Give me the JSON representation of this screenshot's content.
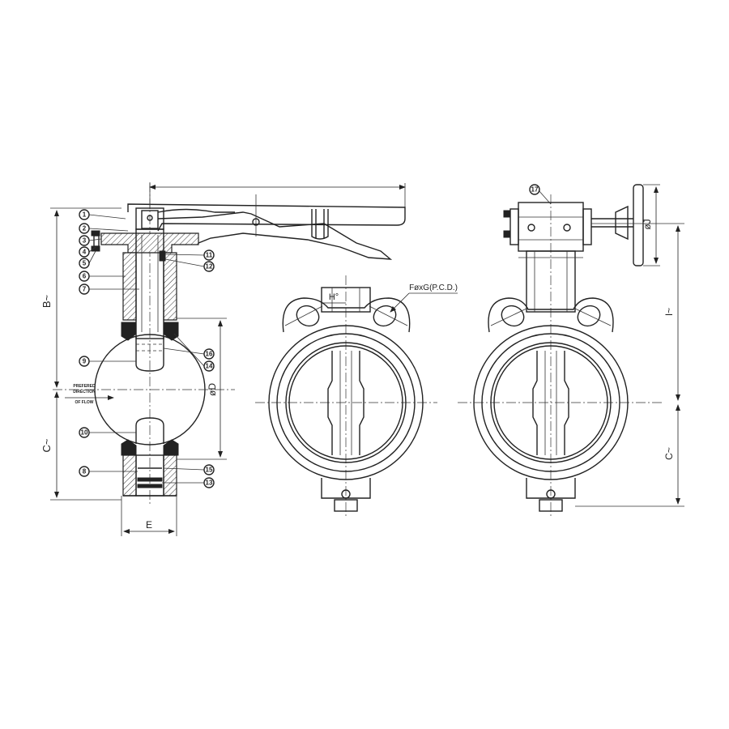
{
  "views": {
    "section": {
      "parts": [
        {
          "id": "p1",
          "label": "1"
        },
        {
          "id": "p2",
          "label": "2"
        },
        {
          "id": "p3",
          "label": "3"
        },
        {
          "id": "p4",
          "label": "4"
        },
        {
          "id": "p5",
          "label": "5"
        },
        {
          "id": "p6",
          "label": "6"
        },
        {
          "id": "p7",
          "label": "7"
        },
        {
          "id": "p8",
          "label": "8"
        },
        {
          "id": "p9",
          "label": "9"
        },
        {
          "id": "p10",
          "label": "10"
        },
        {
          "id": "p11",
          "label": "11"
        },
        {
          "id": "p12",
          "label": "12"
        },
        {
          "id": "p13",
          "label": "13"
        },
        {
          "id": "p14",
          "label": "14"
        },
        {
          "id": "p15",
          "label": "15"
        },
        {
          "id": "p16",
          "label": "16"
        }
      ],
      "dims": {
        "B": "B~",
        "C": "C~",
        "E": "E",
        "D": "øD"
      },
      "flow_note": [
        "PREFERED",
        "DIRECTION",
        "OF FLOW"
      ]
    },
    "front": {
      "dims": {
        "H": "H°",
        "F": "FøxG(P.C.D.)"
      }
    },
    "gear": {
      "parts": [
        {
          "id": "p17",
          "label": "17"
        }
      ],
      "dims": {
        "I": "I~",
        "C": "C~",
        "J": "øJ"
      }
    }
  }
}
